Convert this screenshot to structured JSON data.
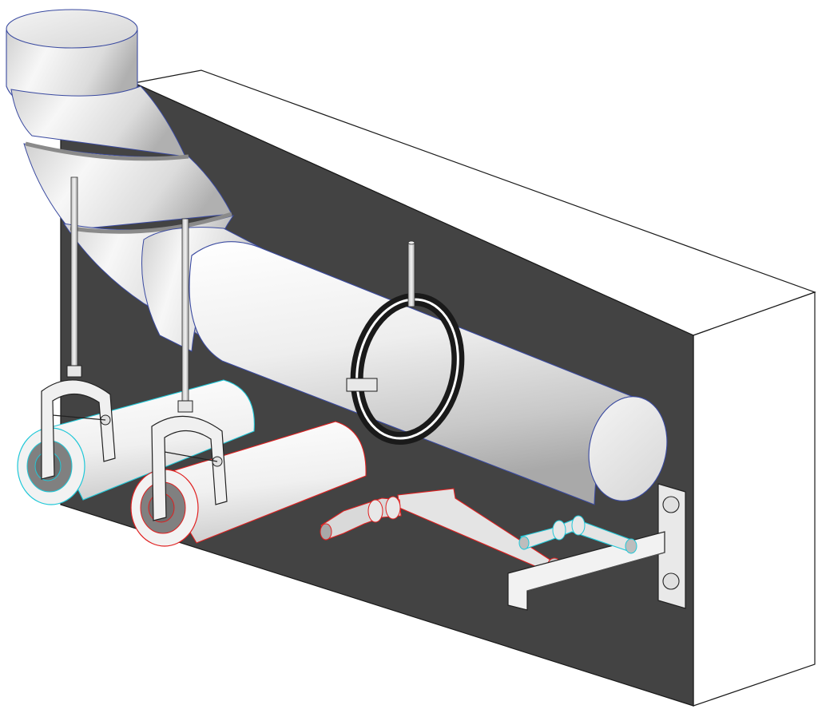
{
  "scene": {
    "kind": "isometric-piping-render",
    "colors": {
      "background": "#ffffff",
      "wall_face": "#414141",
      "wall_edge": "#1a1a1a",
      "pipe_body": "#e9e9e9",
      "pipe_shade": "#b5b5b5",
      "outline_blue": "#3a4aa0",
      "outline_red": "#e02020",
      "outline_cyan": "#20c8d8",
      "steel": "#d8d8d8"
    },
    "components": {
      "large_duct": "large-pipe-with-elbow",
      "hot_pipe": "red-outlined-insulated-pipe",
      "cold_pipe": "cyan-outlined-insulated-pipe",
      "small_red_line": "small-red-copper-line",
      "small_cyan_line": "small-cyan-copper-line",
      "strut_bracket": "wall-mounted-channel-bracket",
      "hangers": [
        "threaded-rod-hanger",
        "threaded-rod-hanger",
        "threaded-rod-hanger"
      ]
    }
  }
}
